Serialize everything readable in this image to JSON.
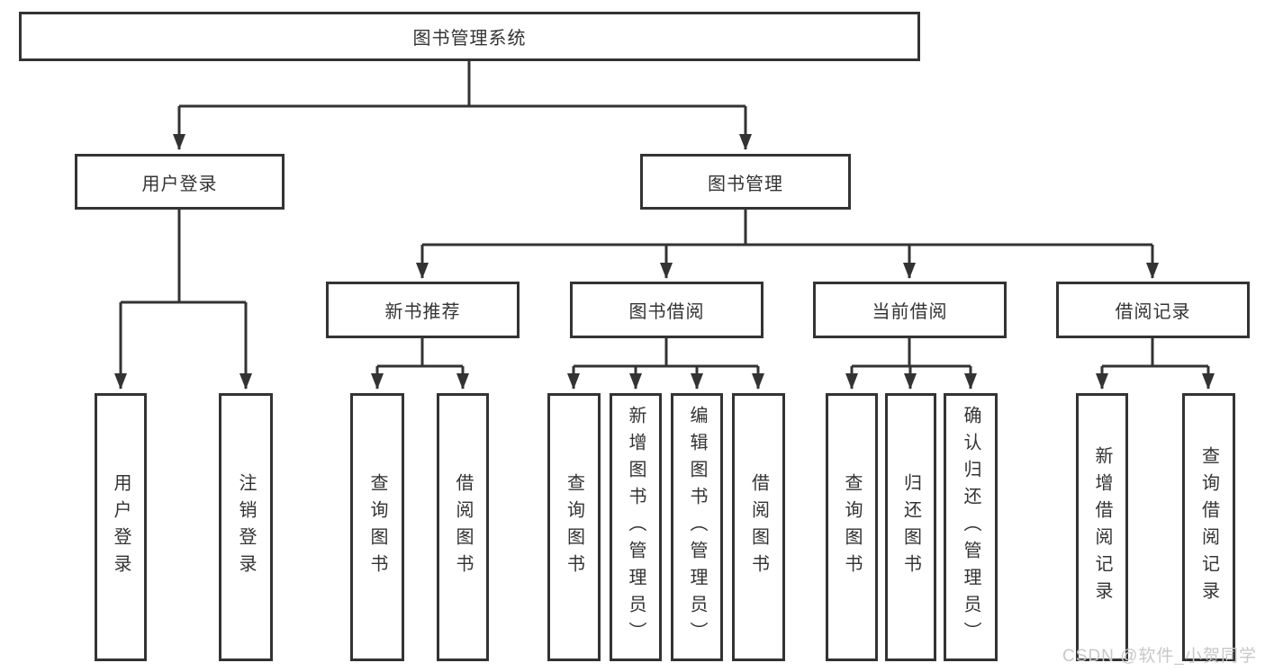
{
  "diagram_title": "图书管理系统",
  "nodes": {
    "root": "图书管理系统",
    "user_login": "用户登录",
    "book_mgmt": "图书管理",
    "new_book_rec": "新书推荐",
    "book_borrow": "图书借阅",
    "current_borrow": "当前借阅",
    "borrow_records": "借阅记录",
    "ul_user_login": "用户登录",
    "ul_logout": "注销登录",
    "nbr_query_book": "查询图书",
    "nbr_borrow_book": "借阅图书",
    "bb_query_book": "查询图书",
    "bb_add_book": "新增图书（管理员）",
    "bb_edit_book": "编辑图书（管理员）",
    "bb_borrow_book": "借阅图书",
    "cb_query_book": "查询图书",
    "cb_return_book": "归还图书",
    "cb_confirm_return": "确认归还（管理员）",
    "br_add_record": "新增借阅记录",
    "br_query_record": "查询借阅记录"
  },
  "hierarchy": {
    "图书管理系统": {
      "用户登录": [
        "用户登录",
        "注销登录"
      ],
      "图书管理": {
        "新书推荐": [
          "查询图书",
          "借阅图书"
        ],
        "图书借阅": [
          "查询图书",
          "新增图书（管理员）",
          "编辑图书（管理员）",
          "借阅图书"
        ],
        "当前借阅": [
          "查询图书",
          "归还图书",
          "确认归还（管理员）"
        ],
        "借阅记录": [
          "新增借阅记录",
          "查询借阅记录"
        ]
      }
    }
  },
  "watermark": "CSDN @软件_小贺同学",
  "colors": {
    "line": "#333333",
    "text": "#333333",
    "background": "#ffffff",
    "watermark": "#c8c8c8"
  }
}
